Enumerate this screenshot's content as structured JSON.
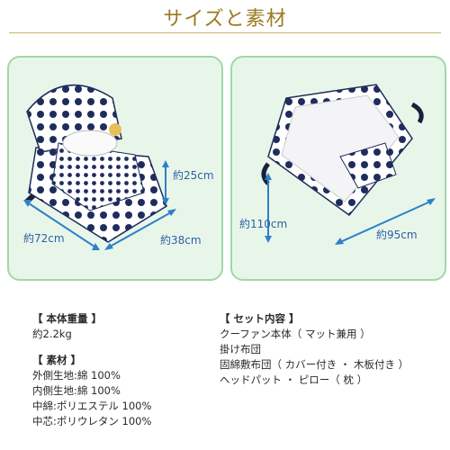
{
  "page": {
    "title": "サイズと素材"
  },
  "left_panel": {
    "dims": {
      "height": "約25cm",
      "length": "約72cm",
      "width": "約38cm"
    }
  },
  "right_panel": {
    "dims": {
      "length": "約110cm",
      "width": "約95cm"
    }
  },
  "weight": {
    "heading": "【 本体重量 】",
    "value": "約2.2kg"
  },
  "materials": {
    "heading": "【 素材 】",
    "lines": [
      "外側生地:綿 100%",
      "内側生地:綿 100%",
      "中綿:ポリエステル 100%",
      "中芯:ポリウレタン 100%"
    ]
  },
  "set_contents": {
    "heading": "【 セット内容 】",
    "lines": [
      "クーファン本体（ マット兼用 ）",
      "掛け布団",
      "固綿敷布団（ カバー付き ・ 木板付き ）",
      "ヘッドパット ・ ピロー（ 枕 ）"
    ]
  },
  "colors": {
    "accent": "#2f5fa5",
    "panel_bg": "#e8f6ea",
    "panel_border": "#9ed8a8",
    "title": "#9a7b1f"
  }
}
